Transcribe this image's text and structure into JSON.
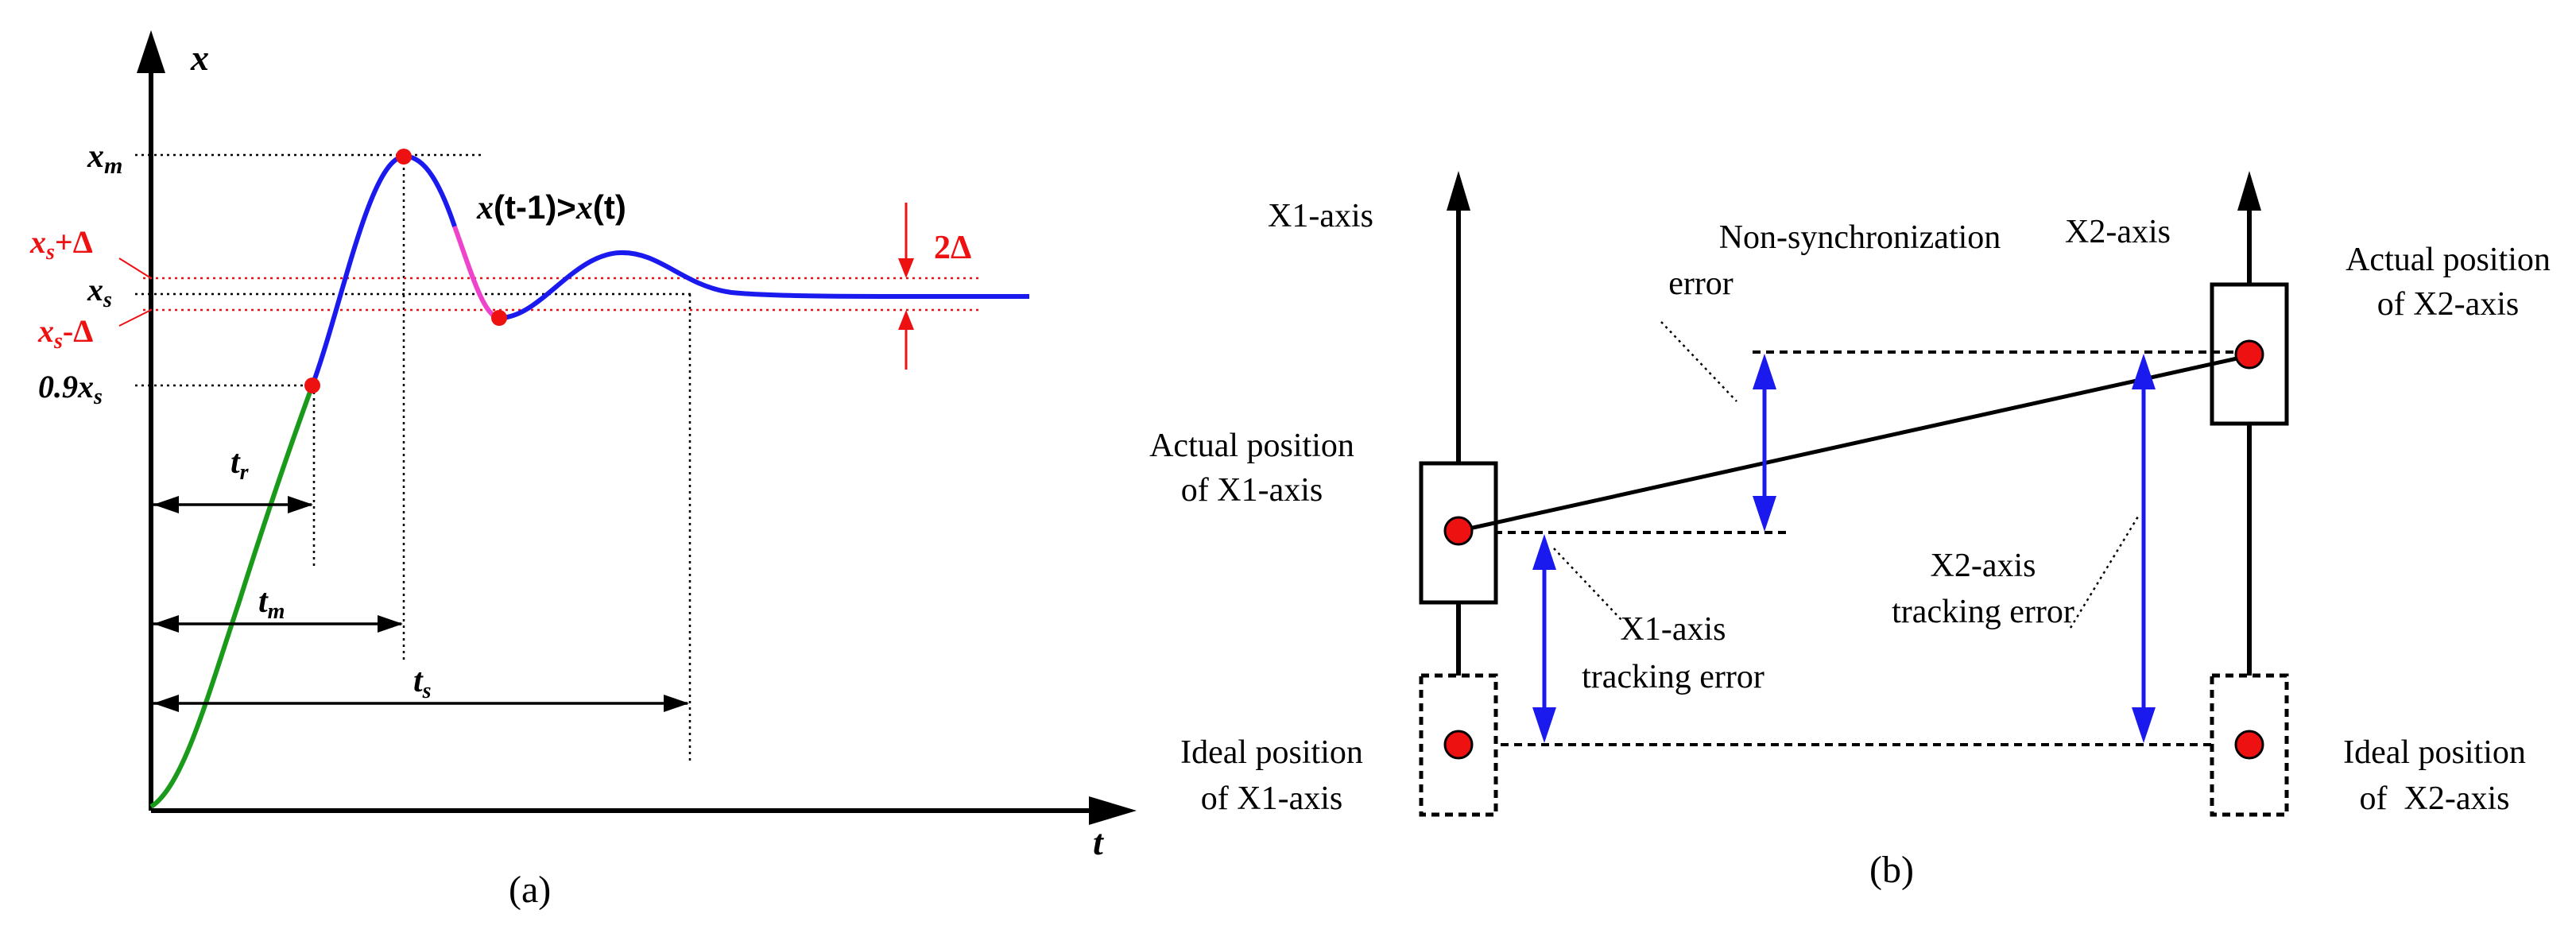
{
  "panel_a": {
    "caption": "(a)",
    "axis_y": "x",
    "axis_x": "t",
    "label_xm": "m",
    "label_xs": "s",
    "label_xs_plus": "+Δ",
    "label_xs_minus": "-Δ",
    "label_09xs": "0.9",
    "label_tr": "r",
    "label_tm": "m",
    "label_ts": "s",
    "label_band": "2Δ",
    "annotation_a": "(t-1)>",
    "annotation_b": "(t)"
  },
  "panel_b": {
    "caption": "(b)",
    "x1_axis": "X1-axis",
    "x2_axis": "X2-axis",
    "nonsync_line1": "Non-synchronization",
    "nonsync_line2": "error",
    "actual_x1_line1": "Actual position",
    "actual_x1_line2": "of X1-axis",
    "actual_x2_line1": "Actual position",
    "actual_x2_line2": "of X2-axis",
    "x1_track_line1": "X1-axis",
    "x1_track_line2": "tracking error",
    "x2_track_line1": "X2-axis",
    "x2_track_line2": "tracking error",
    "ideal_x1_line1": "Ideal position",
    "ideal_x1_line2": "of X1-axis",
    "ideal_x2_line1": "Ideal position",
    "ideal_x2_line2": "of  X2-axis"
  },
  "colors": {
    "green": "#1a9a1a",
    "blue": "#1a1aee",
    "magenta": "#ee44cc",
    "red": "#ee1111",
    "black": "#000000"
  }
}
